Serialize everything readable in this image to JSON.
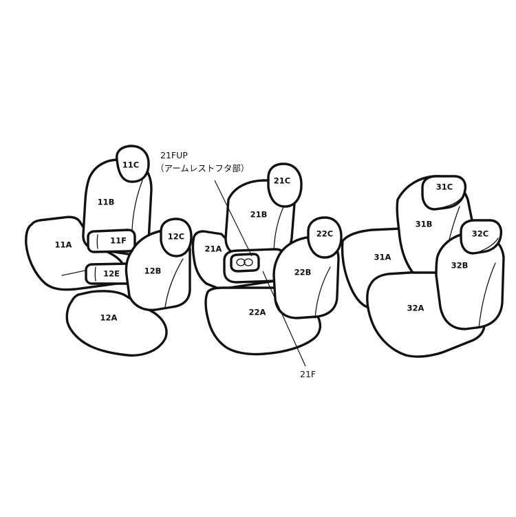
{
  "callouts": {
    "armrest_lid_code": "21FUP",
    "armrest_lid_desc": "（アームレストフタ部）",
    "armrest_code": "21F"
  },
  "parts": {
    "p11A": "11A",
    "p11B": "11B",
    "p11C": "11C",
    "p11F": "11F",
    "p12A": "12A",
    "p12B": "12B",
    "p12C": "12C",
    "p12E": "12E",
    "p21A": "21A",
    "p21B": "21B",
    "p21C": "21C",
    "p22A": "22A",
    "p22B": "22B",
    "p22C": "22C",
    "p31A": "31A",
    "p31B": "31B",
    "p31C": "31C",
    "p32A": "32A",
    "p32B": "32B",
    "p32C": "32C"
  }
}
